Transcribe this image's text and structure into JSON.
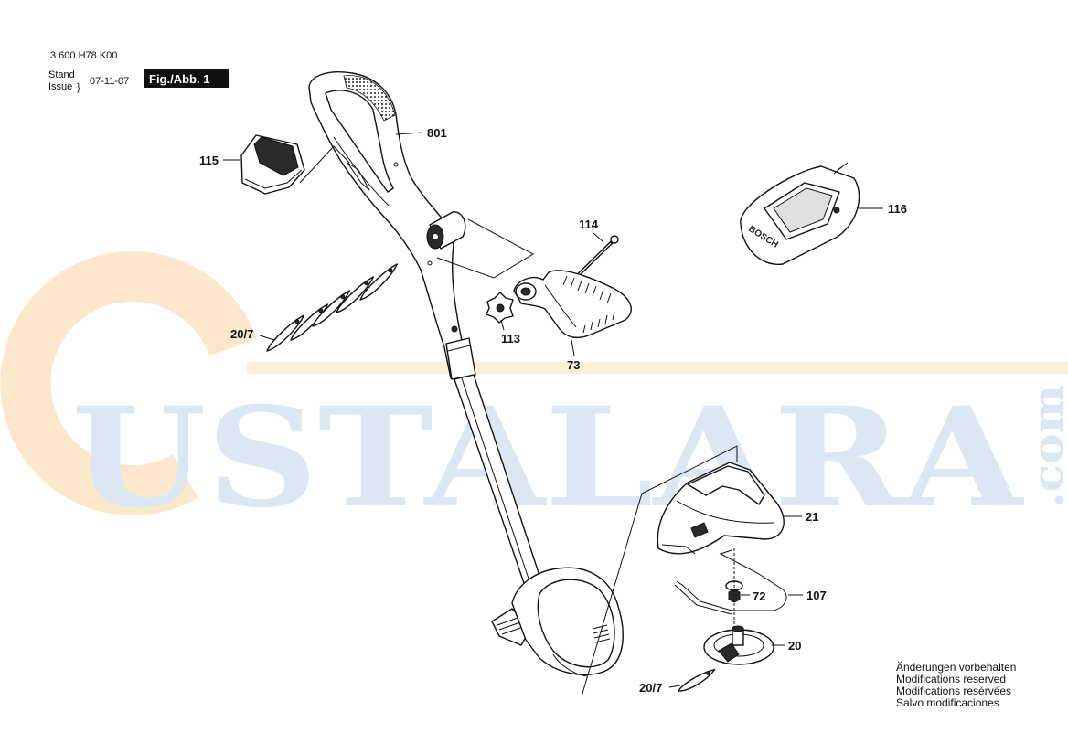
{
  "header": {
    "doc_number": "3 600 H78 K00",
    "stand_label": "Stand",
    "issue_label": "Issue",
    "brace": "}",
    "date": "07-11-07",
    "figure_label": "Fig./Abb. 1"
  },
  "callouts": [
    {
      "label": "801"
    },
    {
      "label": "115"
    },
    {
      "label": "116"
    },
    {
      "label": "114"
    },
    {
      "label": "113"
    },
    {
      "label": "73"
    },
    {
      "label": "20/7"
    },
    {
      "label": "21"
    },
    {
      "label": "107"
    },
    {
      "label": "72"
    },
    {
      "label": "20"
    },
    {
      "label": "20/7"
    }
  ],
  "notice": [
    "Änderungen vorbehalten",
    "Modifications reserved",
    "Modifications resérvées",
    "Salvo modificaciones"
  ],
  "watermark": {
    "text": "USTALARA",
    "suffix": ".com"
  },
  "logos": {
    "charger_brand": "BOSCH"
  },
  "colors": {
    "ink": "#111111",
    "watermark_blue": "#dbe7f3",
    "watermark_peach": "#fbe8cc",
    "figure_badge": "#111111"
  }
}
